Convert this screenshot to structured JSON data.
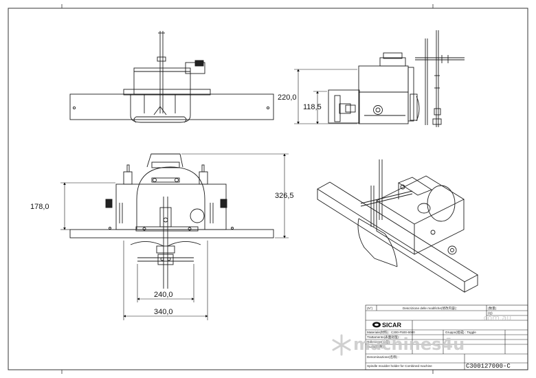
{
  "dimensions": {
    "side_height": "220,0",
    "side_height_inner": "118,5",
    "front_height": "178,0",
    "total_height": "326,5",
    "inner_width": "240,0",
    "outer_width": "340,0"
  },
  "title_block": {
    "logo": "SICAR",
    "description_header": "Descrizione delle modifiche(修改内容)：",
    "row_codes": [
      "(N°)",
      "(数量)",
      "(Q)"
    ],
    "field_rows": [
      "Materiale(材料) : C300-F500-6000",
      "Trattamento(表面处理) :",
      "Tolleranze(公差) :",
      "Scala(比例) :"
    ],
    "group_label": "Gruppo(组成) : Toggle",
    "denomination_label": "Denominazione(名称) :",
    "denomination_value": "Spindle moulder holder for Combined machine",
    "drawing_code": "C300127000-C"
  },
  "watermark": {
    "brand": "machines4u",
    "domain": ".com.au"
  },
  "colors": {
    "line": "#1a1a1a",
    "watermark": "#c8c8c8",
    "paper": "#ffffff"
  }
}
